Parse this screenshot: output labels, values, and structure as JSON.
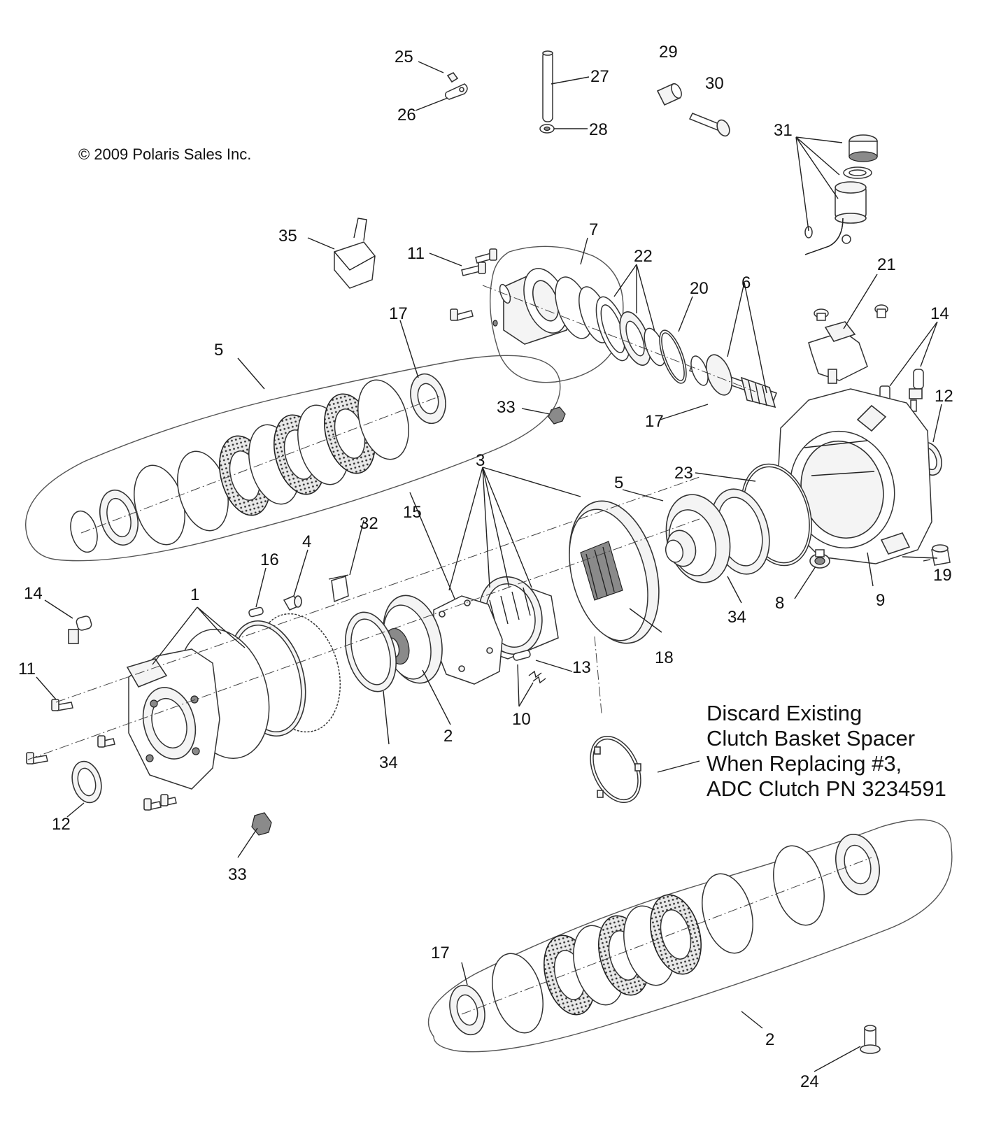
{
  "copyright": "© 2009 Polaris Sales Inc.",
  "note_lines": [
    "Discard Existing",
    "Clutch Basket Spacer",
    "When Replacing #3,",
    "ADC Clutch PN 3234591"
  ],
  "callouts": {
    "c25": "25",
    "c26": "26",
    "c27": "27",
    "c28": "28",
    "c29": "29",
    "c30": "30",
    "c31": "31",
    "c35": "35",
    "c11a": "11",
    "c7": "7",
    "c22": "22",
    "c20": "20",
    "c6": "6",
    "c21": "21",
    "c14a": "14",
    "c12a": "12",
    "c17a": "17",
    "c5a": "5",
    "c33a": "33",
    "c17b": "17",
    "c23": "23",
    "c3": "3",
    "c5b": "5",
    "c32": "32",
    "c15": "15",
    "c16": "16",
    "c4": "4",
    "c1": "1",
    "c14b": "14",
    "c11b": "11",
    "c19": "19",
    "c8": "8",
    "c9": "9",
    "c34a": "34",
    "c18": "18",
    "c13": "13",
    "c10": "10",
    "c2a": "2",
    "c34b": "34",
    "c12b": "12",
    "c33b": "33",
    "c17c": "17",
    "c2b": "2",
    "c24": "24"
  }
}
